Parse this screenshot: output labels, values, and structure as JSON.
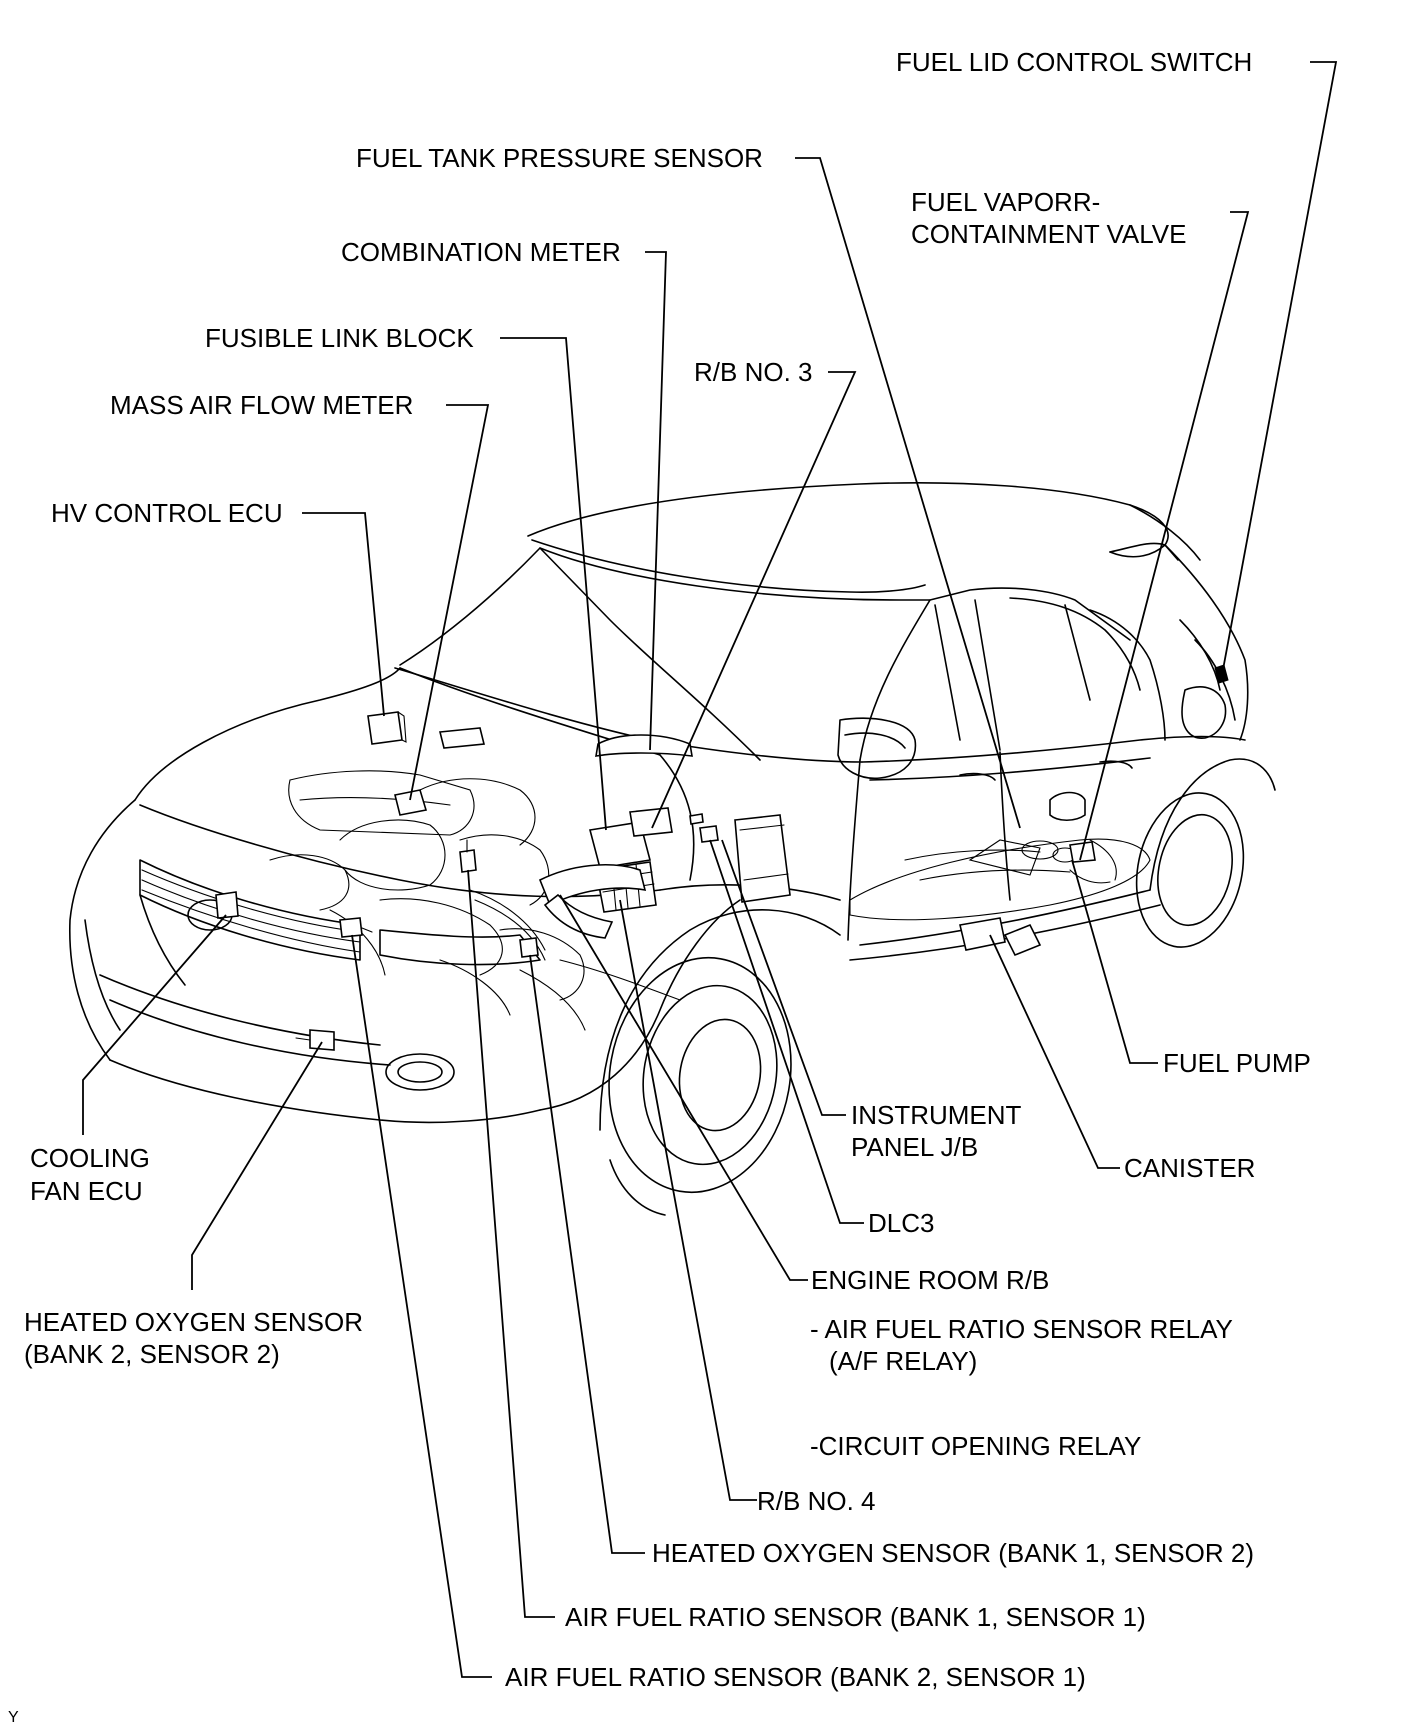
{
  "labels": {
    "fuel_lid_control_switch": "FUEL LID CONTROL SWITCH",
    "fuel_tank_pressure_sensor": "FUEL TANK PRESSURE SENSOR",
    "fuel_vapor_line1": "FUEL VAPORR-",
    "fuel_vapor_line2": "CONTAINMENT VALVE",
    "combination_meter": "COMBINATION METER",
    "fusible_link_block": "FUSIBLE LINK BLOCK",
    "rb_no3": "R/B NO. 3",
    "mass_air_flow_meter": "MASS AIR FLOW METER",
    "hv_control_ecu": "HV CONTROL ECU",
    "fuel_pump": "FUEL PUMP",
    "instrument_panel_line1": "INSTRUMENT",
    "instrument_panel_line2": "PANEL J/B",
    "canister": "CANISTER",
    "cooling_fan_line1": "COOLING",
    "cooling_fan_line2": "FAN ECU",
    "dlc3": "DLC3",
    "engine_room_rb": "ENGINE ROOM R/B",
    "af_relay_line1": "- AIR FUEL RATIO SENSOR RELAY",
    "af_relay_line2": "(A/F RELAY)",
    "hos_b2s2_line1": "HEATED OXYGEN SENSOR",
    "hos_b2s2_line2": "(BANK 2, SENSOR 2)",
    "circuit_opening_relay": "-CIRCUIT OPENING RELAY",
    "rb_no4": "R/B NO. 4",
    "hos_b1s2": "HEATED OXYGEN SENSOR (BANK 1, SENSOR 2)",
    "afs_b1s1": "AIR FUEL RATIO SENSOR (BANK 1, SENSOR 1)",
    "afs_b2s1": "AIR FUEL RATIO SENSOR (BANK 2, SENSOR 1)",
    "corner_mark": "Y"
  }
}
